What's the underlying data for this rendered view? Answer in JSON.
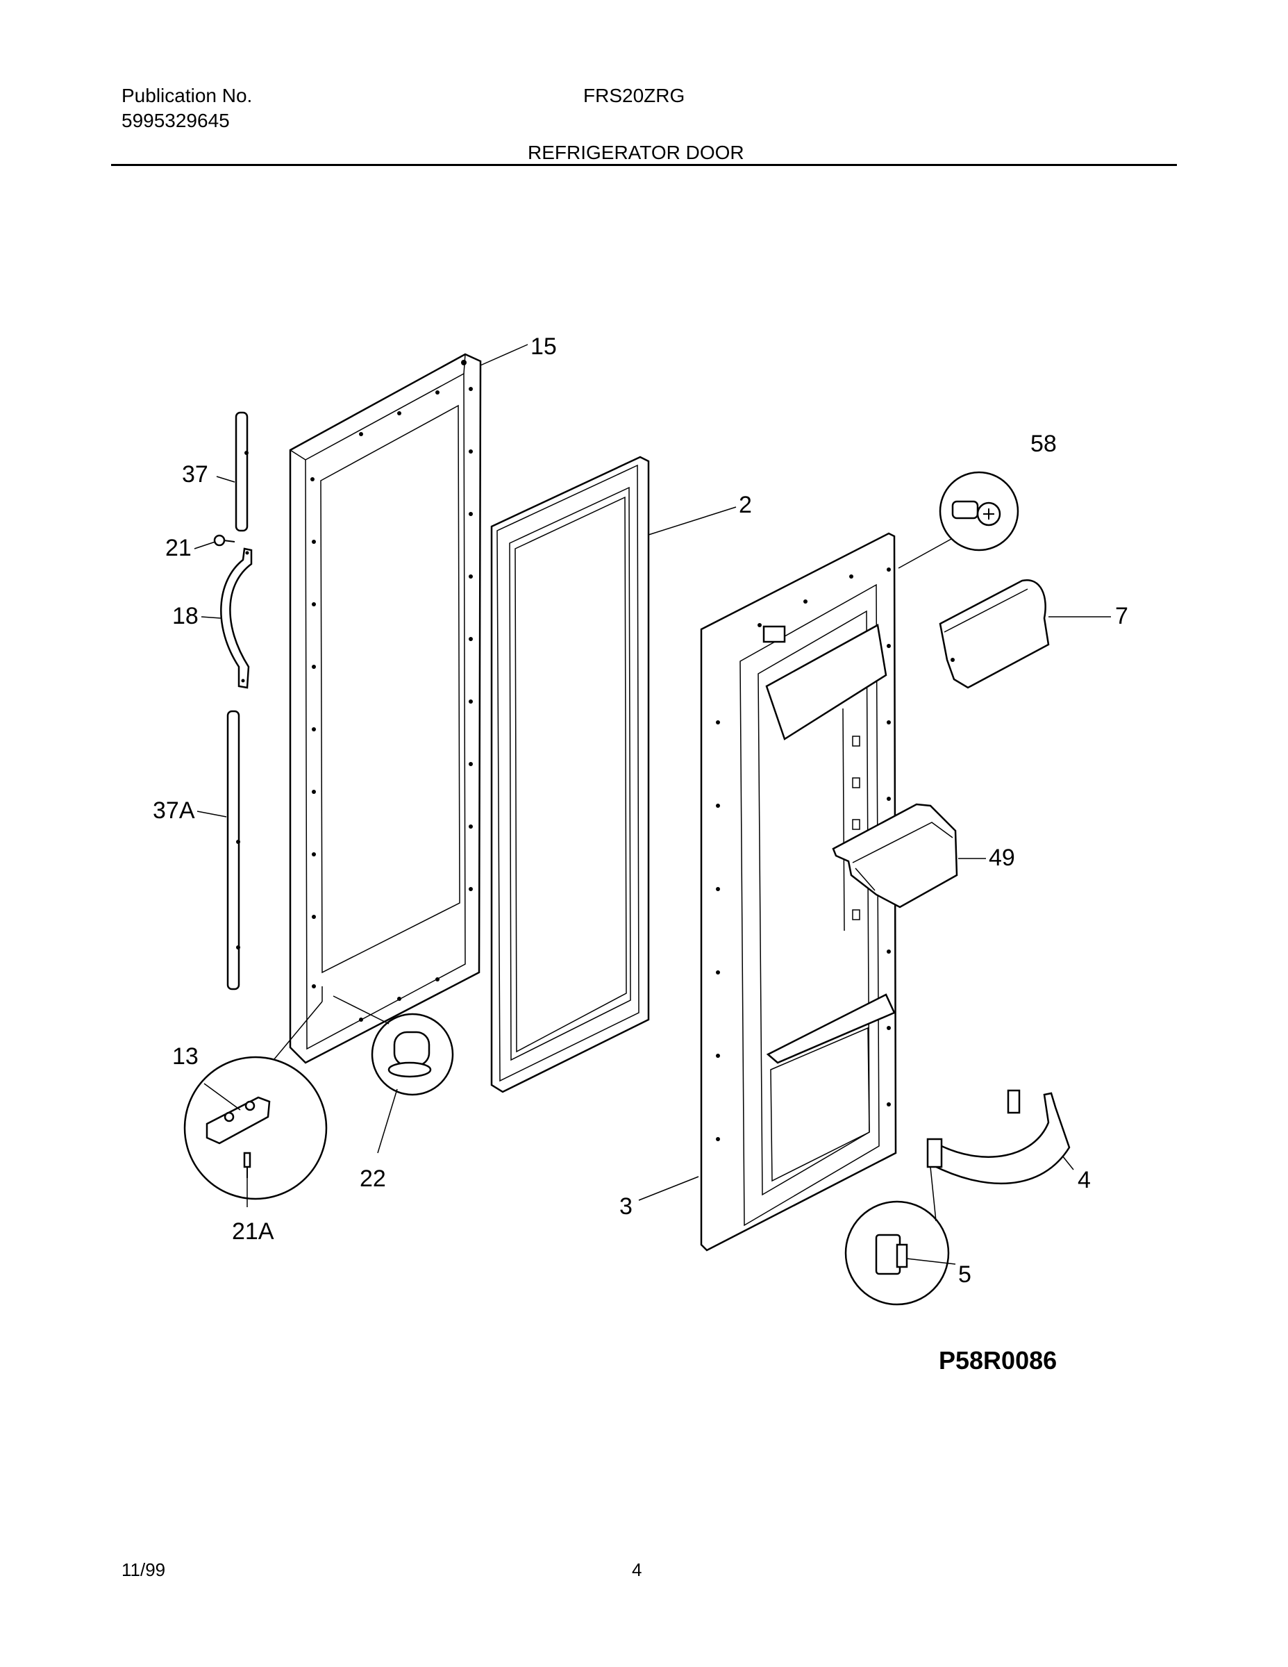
{
  "header": {
    "publication_label": "Publication No.",
    "publication_number": "5995329645",
    "model": "FRS20ZRG",
    "section_title": "REFRIGERATOR DOOR"
  },
  "diagram": {
    "id": "P58R0086",
    "callouts": {
      "c15": "15",
      "c58": "58",
      "c2": "2",
      "c37": "37",
      "c21": "21",
      "c18": "18",
      "c7": "7",
      "c37a": "37A",
      "c49": "49",
      "c13": "13",
      "c22": "22",
      "c21a": "21A",
      "c4": "4",
      "c3": "3",
      "c5": "5"
    }
  },
  "footer": {
    "date": "11/99",
    "page": "4"
  }
}
